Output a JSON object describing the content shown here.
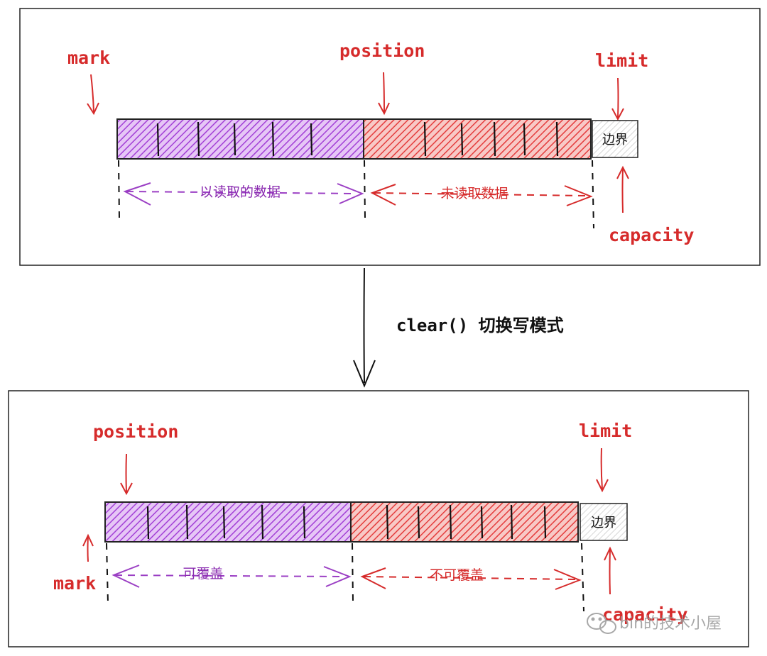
{
  "colors": {
    "read": "#a23fd6",
    "unread": "#e43c3c",
    "label_red": "#d62b2b",
    "purple_text": "#8a2bb0",
    "outline": "#222222"
  },
  "top_panel": {
    "mark_label": "mark",
    "position_label": "position",
    "limit_label": "limit",
    "capacity_label": "capacity",
    "boundary_label": "边界",
    "left_span_label": "以读取的数据",
    "right_span_label": "未读取数据"
  },
  "transition": {
    "label": "clear() 切换写模式"
  },
  "bottom_panel": {
    "position_label": "position",
    "limit_label": "limit",
    "mark_label": "mark",
    "capacity_label": "capacity",
    "boundary_label": "边界",
    "left_span_label": "可覆盖",
    "right_span_label": "不可覆盖"
  },
  "watermark": {
    "icon": "wechat-icon",
    "text": "bin的技术小屋"
  }
}
